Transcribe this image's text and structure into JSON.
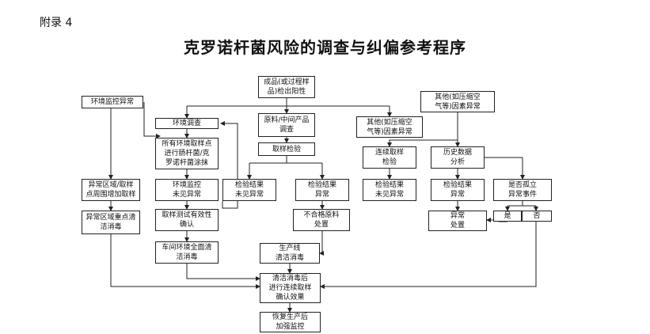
{
  "header": {
    "appendix": "附录 4",
    "title": "克罗诺杆菌风险的调查与纠偏参考程序"
  },
  "nodes": {
    "positive": "成品(或过程样\n品)检出阳性",
    "env_abnormal": "环境监控异常",
    "other_top": "其他(如压缩空\n气等)因素异常",
    "env_survey": "环境调查",
    "raw_survey": "原料/中间产品\n调查",
    "other_mid": "其他(如压缩空\n气等)因素异常",
    "all_env": "所有环境取样点\n进行肠杆菌/克\n罗诺杆菌涂抹",
    "raw_test": "取样检验",
    "cont_sample": "连续取样\n检验",
    "history": "历史数据\n分析",
    "abn_area": "异常区域/取样\n点周围增加取样",
    "env_ok": "环境监控\n未见异常",
    "res_ok1": "检验结果\n未见异常",
    "res_bad1": "检验结果\n异常",
    "res_ok2": "检验结果\n未见异常",
    "res_bad2": "检验结果\n异常",
    "isolated": "是否孤立\n异常事件",
    "abn_clean": "异常区域重点清\n洁消毒",
    "recheck": "取样测试有效性\n确认",
    "reject_raw": "不合格原料\n处置",
    "abn_handle": "异常\n处置",
    "yes": "是",
    "no": "否",
    "plant_clean": "车间环境全面清\n洁消毒",
    "line_clean": "生产线\n清洁消毒",
    "after_clean": "清洁消毒后\n进行连续取样\n确认效果",
    "resume": "恢复生产后\n加强监控"
  }
}
